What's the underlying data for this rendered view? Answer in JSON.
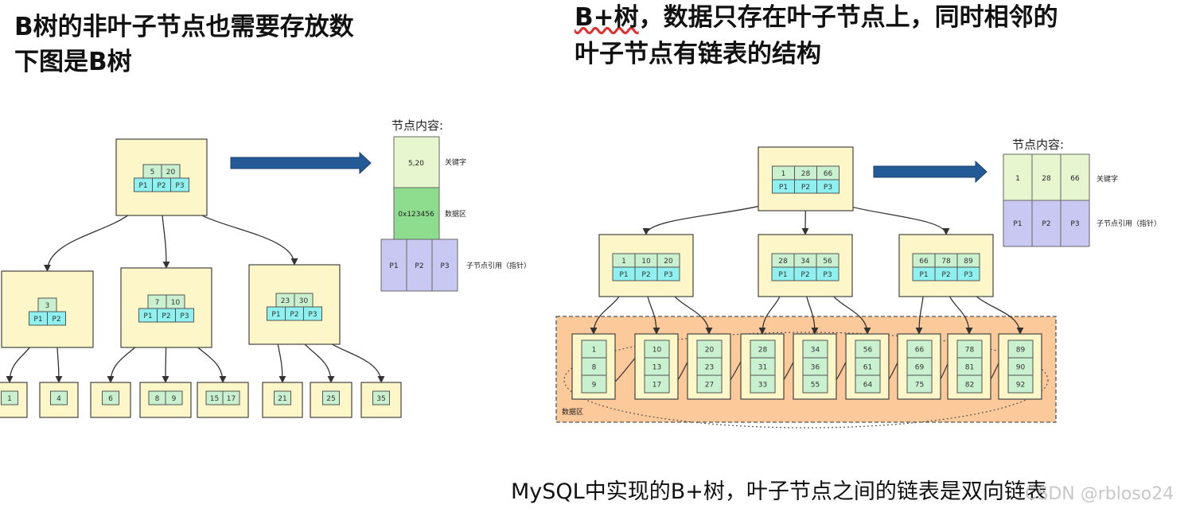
{
  "left": {
    "heading_line1": "B树的非叶子节点也需要存放数",
    "heading_line2": "下图是B树",
    "root": {
      "keys": [
        "5",
        "20"
      ],
      "ptrs": [
        "P1",
        "P2",
        "P3"
      ]
    },
    "level2": [
      {
        "keys": [
          "3"
        ],
        "ptrs": [
          "P1",
          "P2"
        ]
      },
      {
        "keys": [
          "7",
          "10"
        ],
        "ptrs": [
          "P1",
          "P2",
          "P3"
        ]
      },
      {
        "keys": [
          "23",
          "30"
        ],
        "ptrs": [
          "P1",
          "P2",
          "P3"
        ]
      }
    ],
    "leaves": [
      [
        "1"
      ],
      [
        "4"
      ],
      [
        "6"
      ],
      [
        "8",
        "9"
      ],
      [
        "15",
        "17"
      ],
      [
        "21"
      ],
      [
        "25"
      ],
      [
        "35"
      ]
    ],
    "legend": {
      "title": "节点内容:",
      "key_value": "5,20",
      "key_label": "关键字",
      "data_value": "0x123456",
      "data_label": "数据区",
      "ptrs": [
        "P1",
        "P2",
        "P3"
      ],
      "ptr_label": "子节点引用（指针）"
    }
  },
  "right": {
    "heading_prefix": "B+树",
    "heading_line1_rest": "，数据只存在叶子节点上，同时相邻的",
    "heading_line2": "叶子节点有链表的结构",
    "root": {
      "keys": [
        "1",
        "28",
        "66"
      ],
      "ptrs": [
        "P1",
        "P2",
        "P3"
      ]
    },
    "level2": [
      {
        "keys": [
          "1",
          "10",
          "20"
        ],
        "ptrs": [
          "P1",
          "P2",
          "P3"
        ]
      },
      {
        "keys": [
          "28",
          "34",
          "56"
        ],
        "ptrs": [
          "P1",
          "P2",
          "P3"
        ]
      },
      {
        "keys": [
          "66",
          "78",
          "89"
        ],
        "ptrs": [
          "P1",
          "P2",
          "P3"
        ]
      }
    ],
    "leaves": [
      [
        "1",
        "8",
        "9"
      ],
      [
        "10",
        "13",
        "17"
      ],
      [
        "20",
        "23",
        "27"
      ],
      [
        "28",
        "31",
        "33"
      ],
      [
        "34",
        "36",
        "55"
      ],
      [
        "56",
        "61",
        "64"
      ],
      [
        "66",
        "69",
        "75"
      ],
      [
        "78",
        "81",
        "82"
      ],
      [
        "89",
        "90",
        "92"
      ]
    ],
    "data_area_label": "数据区",
    "legend": {
      "title": "节点内容:",
      "keys": [
        "1",
        "28",
        "66"
      ],
      "key_label": "关键字",
      "ptrs": [
        "P1",
        "P2",
        "P3"
      ],
      "ptr_label": "子节点引用（指针）"
    },
    "caption": "MySQL中实现的B+树，叶子节点之间的链表是双向链表",
    "watermark": "CSDN @rbloso24"
  },
  "colors": {
    "node_fill": "#fdf6c8",
    "key_fill": "#c9f0cf",
    "ptr_fill": "#8ff0f0",
    "arrow_blue": "#245a96",
    "data_zone": "#fbc99a",
    "legend_key": "#e7f6cf",
    "legend_data": "#8edc8e",
    "legend_ptr": "#c9c8f2",
    "underline_red": "#e03030"
  }
}
